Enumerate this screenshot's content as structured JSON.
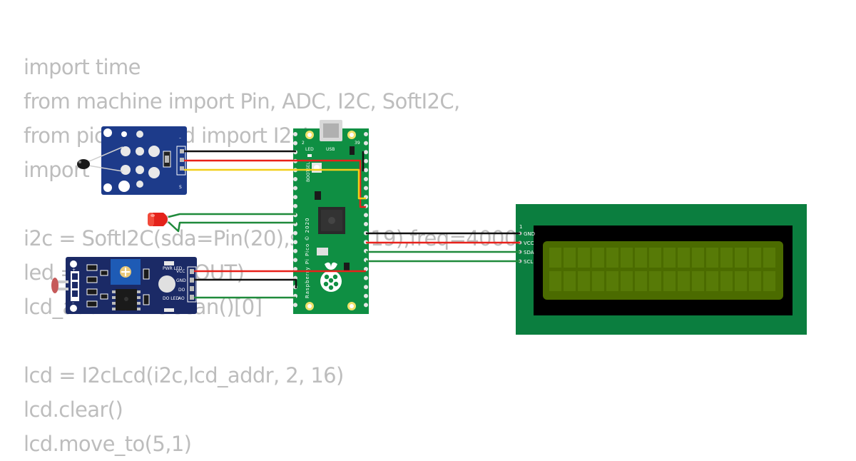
{
  "code_lines": [
    "import time",
    "from machine import Pin, ADC, I2C, SoftI2C,",
    "from pico_i2c_lcd import I2cLcd",
    "import",
    "",
    "i2c = SoftI2C(sda=Pin(20),scl=Pin(19),freq=400000)",
    "led = Pin(15, Pin.OUT)",
    "lcd_addr = i2c.scan()[0]",
    "",
    "lcd = I2cLcd(i2c,lcd_addr, 2, 16)",
    "lcd.clear()",
    "lcd.move_to(5,1)"
  ],
  "lcd_pins": [
    "GND",
    "VCC",
    "SDA",
    "SCL"
  ],
  "lcd_pin1_marker": "1",
  "pico": {
    "label": "Raspberry Pi Pico © 2020",
    "led_label": "LED",
    "usb_label": "USB",
    "bootsel_label": "BOOTSEL",
    "pin_2": "2",
    "pin_39": "39"
  },
  "light_sensor": {
    "pins": [
      "VCC",
      "GND",
      "DO",
      "AO"
    ],
    "pwr_led_label": "PWR LED",
    "do_led_label": "DO LED",
    "plus_label": "+",
    "minus_label": "–"
  },
  "temp_sensor": {
    "pin_label": "S",
    "minus_label": "–"
  },
  "wire_colors": {
    "black": "#111111",
    "red": "#e8211b",
    "yellow": "#f2cf1a",
    "green": "#1f8a3b"
  },
  "colors": {
    "lcd_board": "#0b7e3f",
    "lcd_screen": "#4b6b00",
    "pico_board": "#0f8f43",
    "sensor_blue": "#1d3b8a"
  }
}
